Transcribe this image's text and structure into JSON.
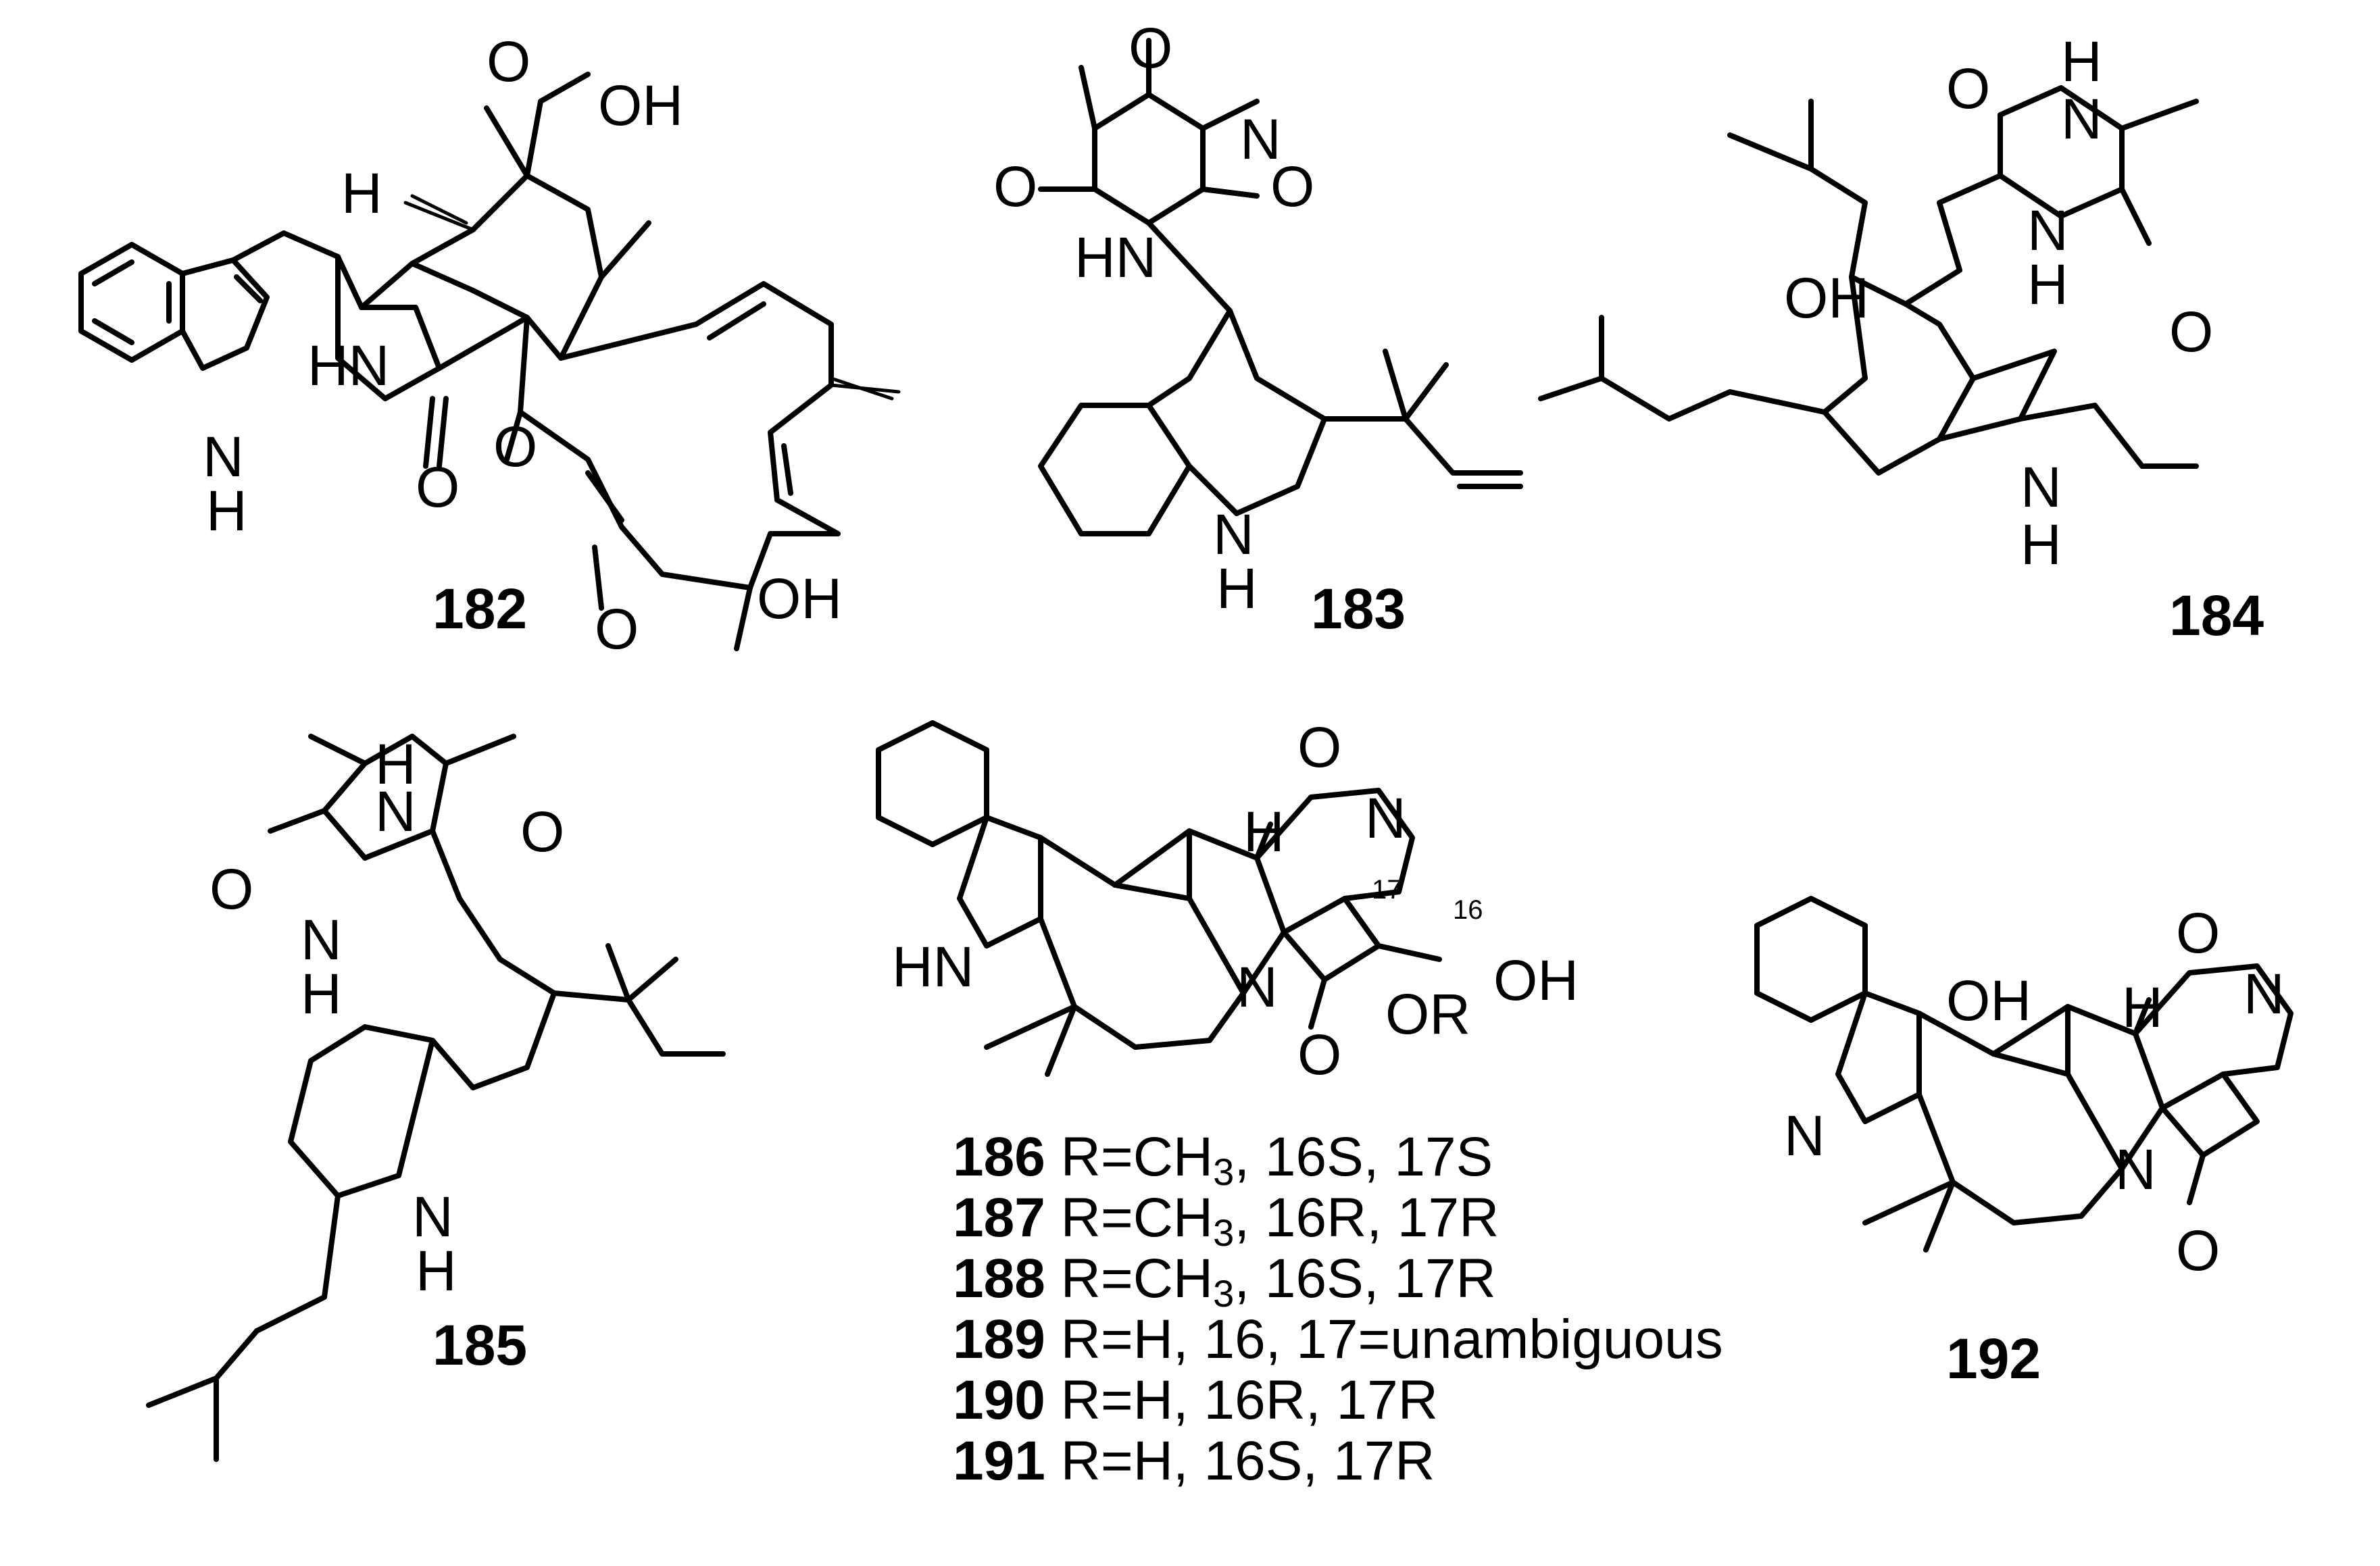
{
  "atoms": {
    "O": "O",
    "OH": "OH",
    "H": "H",
    "N": "N",
    "NH": "NH",
    "HN": "HN",
    "OR": "OR"
  },
  "locants": {
    "c16": "16",
    "c17": "17"
  },
  "compounds": {
    "c182": "182",
    "c183": "183",
    "c184": "184",
    "c185": "185",
    "c192": "192"
  },
  "legend": [
    {
      "id": "186",
      "text": " R=CH",
      "sub": "3",
      "rest": ", 16S, 17S"
    },
    {
      "id": "187",
      "text": " R=CH",
      "sub": "3",
      "rest": ", 16R, 17R"
    },
    {
      "id": "188",
      "text": " R=CH",
      "sub": "3",
      "rest": ", 16S, 17R"
    },
    {
      "id": "189",
      "text": " R=H, 16, 17=unambiguous",
      "sub": "",
      "rest": ""
    },
    {
      "id": "190",
      "text": " R=H, 16R, 17R",
      "sub": "",
      "rest": ""
    },
    {
      "id": "191",
      "text": " R=H, 16S, 17R",
      "sub": "",
      "rest": ""
    }
  ]
}
